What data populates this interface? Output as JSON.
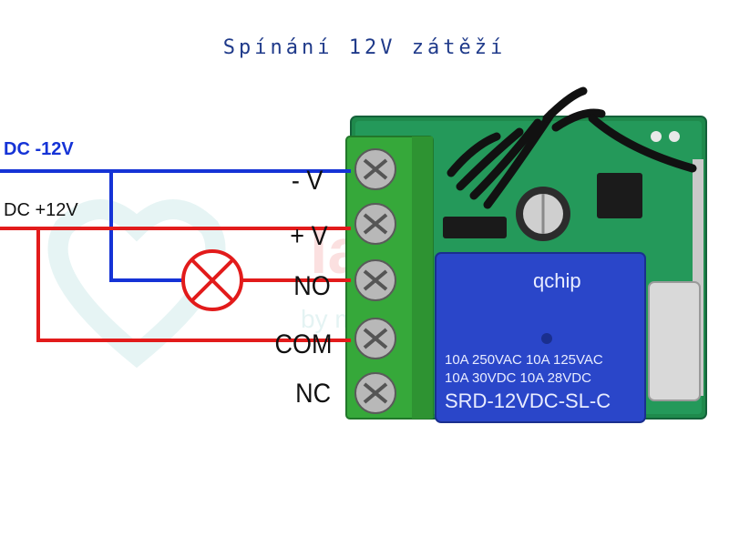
{
  "title": "Spínání 12V zátěží",
  "wires": {
    "dc_neg_label": "DC -12V",
    "dc_pos_label": "DC +12V"
  },
  "terminals": [
    "- V",
    "+ V",
    "NO",
    "COM",
    "NC"
  ],
  "relay": {
    "brand": "qchip",
    "line1": "10A 250VAC   10A 125VAC",
    "line2": "10A 30VDC   10A 28VDC",
    "model": "SRD-12VDC-SL-C"
  },
  "watermark": {
    "brand": "laskakit",
    "tagline": "by makers for makers"
  },
  "colors": {
    "negative_wire": "#1533d6",
    "positive_wire": "#e21b1b",
    "pcb": "#1f8a4c",
    "terminal_block": "#36a83a",
    "relay": "#2a46c9",
    "lamp": "#e21b1b"
  }
}
